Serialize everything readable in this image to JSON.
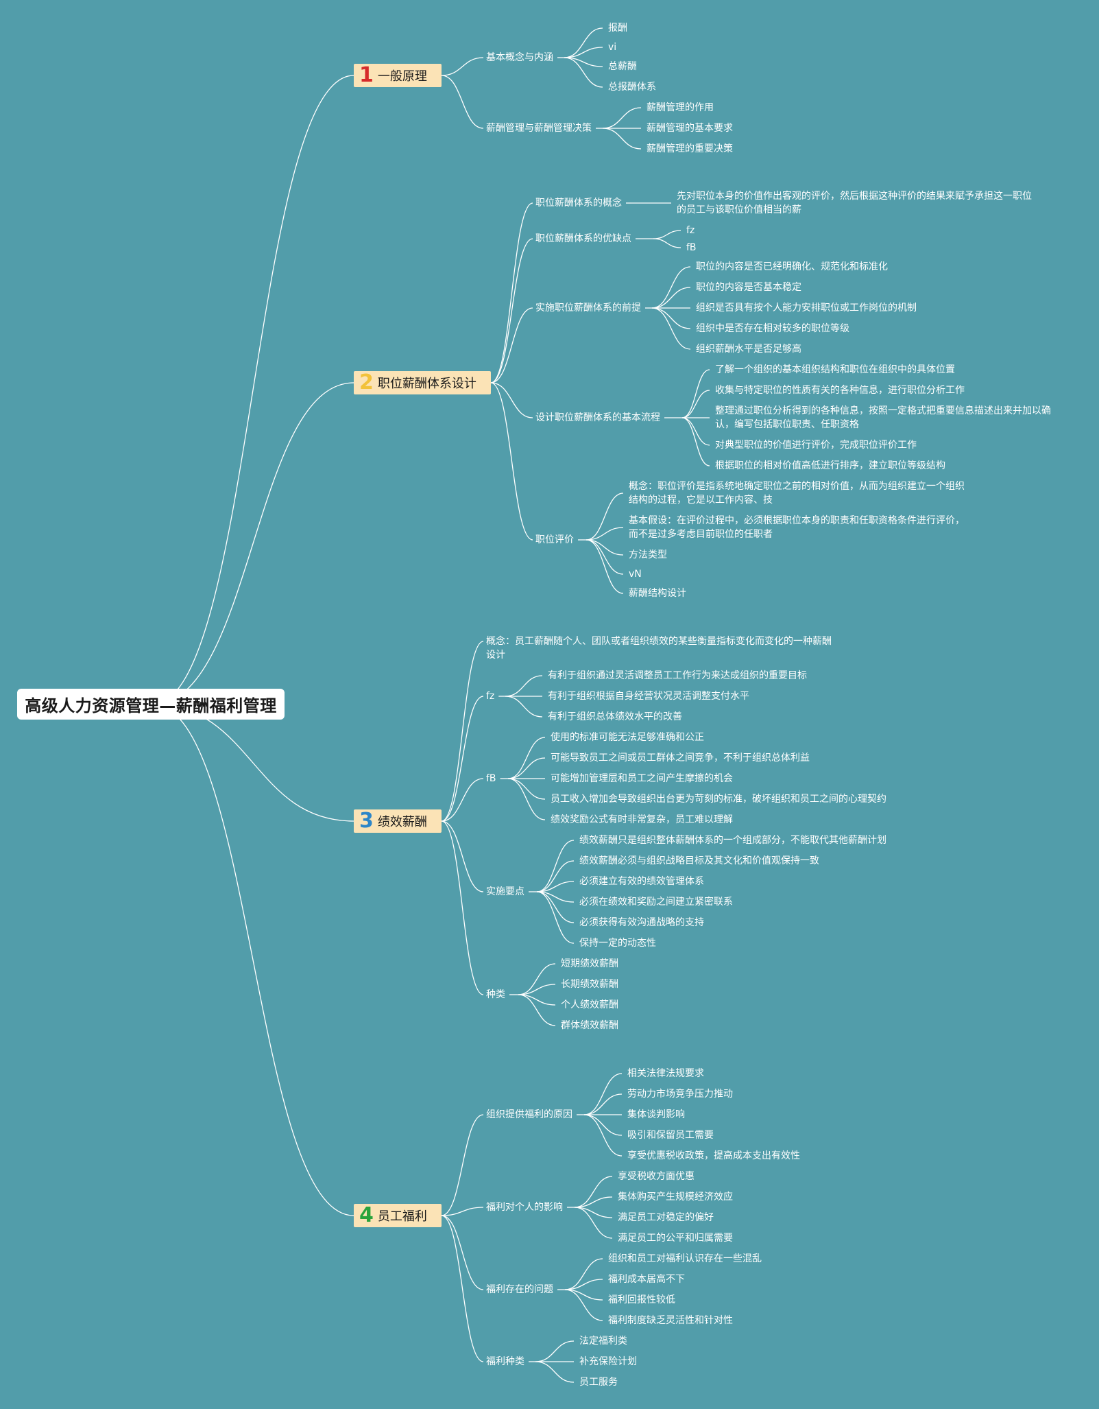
{
  "root": {
    "label": "高级人力资源管理—薪酬福利管理"
  },
  "colors": {
    "background": "#529daa",
    "line": "#ffffff",
    "main_box": "#fbe3b6",
    "num_1": "#d62b2b",
    "num_2": "#f2c23a",
    "num_3": "#2d86c8",
    "num_4": "#2aa33b"
  },
  "branches": [
    {
      "num": "1",
      "label": "一般原理",
      "children": [
        {
          "label": "基本概念与内涵",
          "children": [
            "报酬",
            "vi",
            "总薪酬",
            "总报酬体系"
          ]
        },
        {
          "label": "薪酬管理与薪酬管理决策",
          "children": [
            "薪酬管理的作用",
            "薪酬管理的基本要求",
            "薪酬管理的重要决策"
          ]
        }
      ]
    },
    {
      "num": "2",
      "label": "职位薪酬体系设计",
      "children": [
        {
          "label": "职位薪酬体系的概念",
          "children": [
            "先对职位本身的价值作出客观的评价，然后根据这种评价的结果来赋予承担这一职位的员工与该职位价值相当的薪"
          ]
        },
        {
          "label": "职位薪酬体系的优缺点",
          "children": [
            "fz",
            "fB"
          ]
        },
        {
          "label": "实施职位薪酬体系的前提",
          "children": [
            "职位的内容是否已经明确化、规范化和标准化",
            "职位的内容是否基本稳定",
            "组织是否具有按个人能力安排职位或工作岗位的机制",
            "组织中是否存在相对较多的职位等级",
            "组织薪酬水平是否足够高"
          ]
        },
        {
          "label": "设计职位薪酬体系的基本流程",
          "children": [
            "了解一个组织的基本组织结构和职位在组织中的具体位置",
            "收集与特定职位的性质有关的各种信息，进行职位分析工作",
            "整理通过职位分析得到的各种信息，按照一定格式把重要信息描述出来并加以确认，编写包括职位职责、任职资格",
            "对典型职位的价值进行评价，完成职位评价工作",
            "根据职位的相对价值高低进行排序，建立职位等级结构"
          ]
        },
        {
          "label": "职位评价",
          "children": [
            "概念：职位评价是指系统地确定职位之前的相对价值，从而为组织建立一个组织结构的过程，它是以工作内容、技",
            "基本假设：在评价过程中，必须根据职位本身的职责和任职资格条件进行评价，而不是过多考虑目前职位的任职者",
            "方法类型",
            "vN",
            "薪酬结构设计"
          ]
        }
      ]
    },
    {
      "num": "3",
      "label": "绩效薪酬",
      "children": [
        {
          "label": "概念：员工薪酬随个人、团队或者组织绩效的某些衡量指标变化而变化的一种薪酬设计",
          "children": []
        },
        {
          "label": "fz",
          "children": [
            "有利于组织通过灵活调整员工工作行为来达成组织的重要目标",
            "有利于组织根据自身经营状况灵活调整支付水平",
            "有利于组织总体绩效水平的改善"
          ]
        },
        {
          "label": "fB",
          "children": [
            "使用的标准可能无法足够准确和公正",
            "可能导致员工之间或员工群体之间竞争，不利于组织总体利益",
            "可能增加管理层和员工之间产生摩擦的机会",
            "员工收入增加会导致组织出台更为苛刻的标准，破坏组织和员工之间的心理契约",
            "绩效奖励公式有时非常复杂，员工难以理解"
          ]
        },
        {
          "label": "实施要点",
          "children": [
            "绩效薪酬只是组织整体薪酬体系的一个组成部分，不能取代其他薪酬计划",
            "绩效薪酬必须与组织战略目标及其文化和价值观保持一致",
            "必须建立有效的绩效管理体系",
            "必须在绩效和奖励之间建立紧密联系",
            "必须获得有效沟通战略的支持",
            "保持一定的动态性"
          ]
        },
        {
          "label": "种类",
          "children": [
            "短期绩效薪酬",
            "长期绩效薪酬",
            "个人绩效薪酬",
            "群体绩效薪酬"
          ]
        }
      ]
    },
    {
      "num": "4",
      "label": "员工福利",
      "children": [
        {
          "label": "组织提供福利的原因",
          "children": [
            "相关法律法规要求",
            "劳动力市场竞争压力推动",
            "集体谈判影响",
            "吸引和保留员工需要",
            "享受优惠税收政策，提高成本支出有效性"
          ]
        },
        {
          "label": "福利对个人的影响",
          "children": [
            "享受税收方面优惠",
            "集体购买产生规模经济效应",
            "满足员工对稳定的偏好",
            "满足员工的公平和归属需要"
          ]
        },
        {
          "label": "福利存在的问题",
          "children": [
            "组织和员工对福利认识存在一些混乱",
            "福利成本居高不下",
            "福利回报性较低",
            "福利制度缺乏灵活性和针对性"
          ]
        },
        {
          "label": "福利种类",
          "children": [
            "法定福利类",
            "补充保险计划",
            "员工服务"
          ]
        }
      ]
    }
  ]
}
